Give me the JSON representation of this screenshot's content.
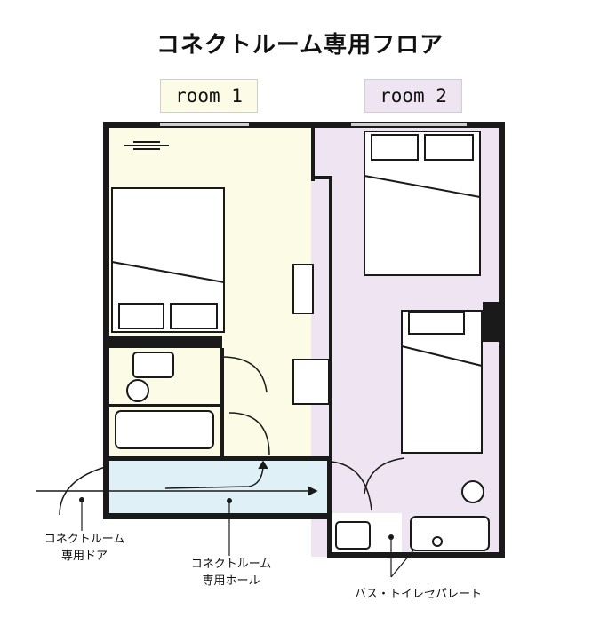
{
  "title": "コネクトルーム専用フロア",
  "rooms": [
    {
      "label": "room 1",
      "color": "#fbfbe6"
    },
    {
      "label": "room 2",
      "color": "#eee4f2"
    }
  ],
  "hall_color": "#dff1f7",
  "wall_color": "#1a1a1a",
  "annotations": {
    "door": "コネクトルーム\n専用ドア",
    "hall": "コネクトルーム\n専用ホール",
    "bath": "バス・トイレセパレート"
  }
}
